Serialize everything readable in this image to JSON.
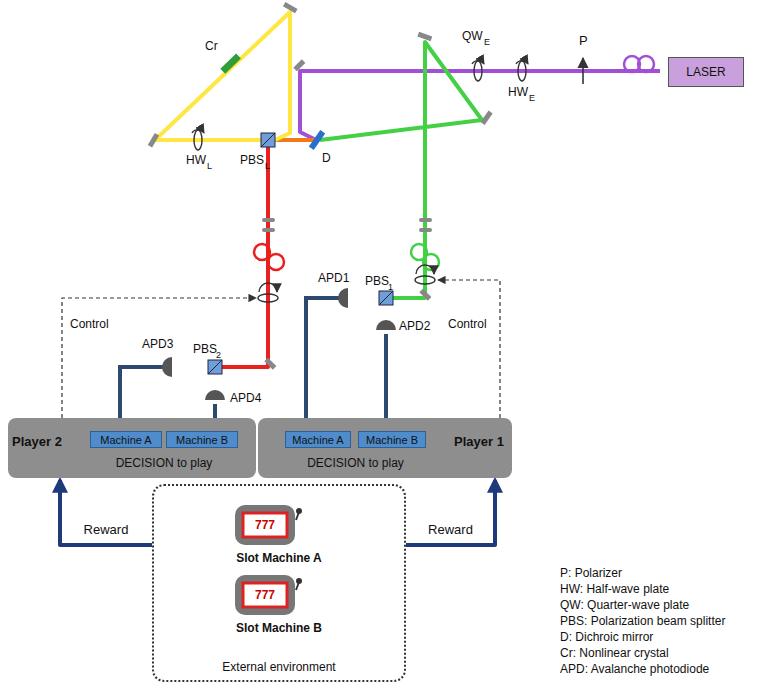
{
  "diagram": {
    "nodes": [
      {
        "text": [
          "LASER"
        ]
      },
      {
        "text": [
          "Player 2",
          "DECISION to play"
        ]
      },
      {
        "text": [
          "Machine A"
        ],
        "in": 1
      },
      {
        "text": [
          "Machine B"
        ],
        "in": 1
      },
      {
        "text": [
          "Player 1",
          "DECISION to play"
        ]
      },
      {
        "text": [
          "Machine A"
        ],
        "in": 4
      },
      {
        "text": [
          "Machine B"
        ],
        "in": 4
      },
      {
        "text": [
          "External environment"
        ]
      },
      {
        "text": [
          "Slot Machine A"
        ],
        "in": 7
      },
      {
        "text": [
          "Slot Machine B"
        ],
        "in": 7
      }
    ],
    "edges": [
      {
        "from": 7,
        "to": 1,
        "label": "Reward",
        "arrow": "to"
      },
      {
        "from": 7,
        "to": 4,
        "label": "Reward",
        "arrow": "to"
      }
    ],
    "labels": [
      "P",
      "QW",
      "E",
      "HW",
      "E",
      "Cr",
      "HW",
      "L",
      "PBS",
      "L",
      "D",
      "Control",
      "Control",
      "APD3",
      "PBS",
      "2",
      "APD4",
      "APD1",
      "PBS",
      "1",
      "APD2",
      "777",
      "777"
    ],
    "legend": [
      {
        "text": "P: Polarizer"
      },
      {
        "text": "HW: Half-wave plate"
      },
      {
        "text": "QW: Quarter-wave plate"
      },
      {
        "text": "PBS: Polarization beam splitter"
      },
      {
        "text": "D: Dichroic mirror"
      },
      {
        "text": "Cr: Nonlinear crystal"
      },
      {
        "text": "APD: Avalanche photodiode"
      }
    ]
  }
}
